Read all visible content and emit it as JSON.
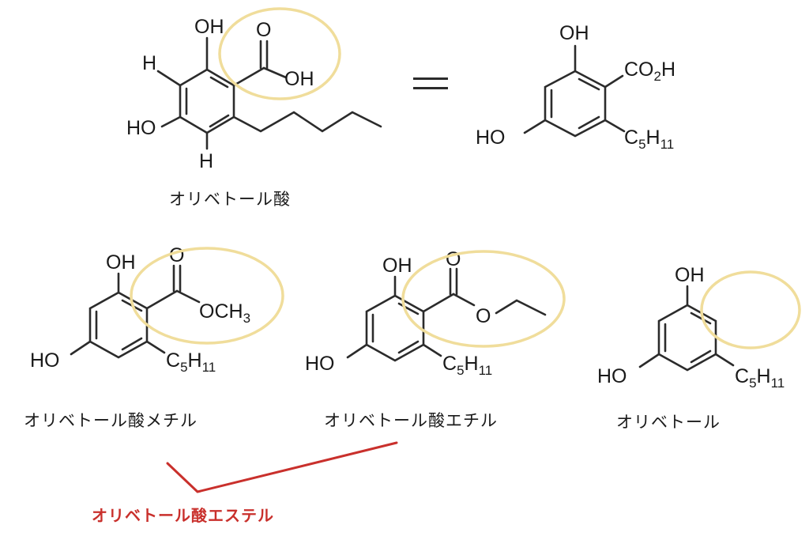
{
  "compounds": {
    "olivetolic_acid": {
      "name": "オリベトール酸",
      "atoms": {
        "oh_top": "OH",
        "carbonyl_o": "O",
        "acid_oh": "OH",
        "h_upper": "H",
        "ho_left": "HO",
        "h_lower": "H"
      }
    },
    "olivetolic_acid_condensed": {
      "atoms": {
        "oh_top": "OH",
        "co2h": "CO",
        "co2h_sub": "2",
        "co2h_h": "H",
        "ho_left": "HO",
        "c5": "C",
        "c5_sub1": "5",
        "c5_h": "H",
        "c5_sub2": "11"
      }
    },
    "methyl_olivetolate": {
      "name": "オリベトール酸メチル",
      "atoms": {
        "oh_top": "OH",
        "carbonyl_o": "O",
        "och3": "OCH",
        "och3_sub": "3",
        "ho_left": "HO",
        "c5": "C",
        "c5_sub1": "5",
        "c5_h": "H",
        "c5_sub2": "11"
      }
    },
    "ethyl_olivetolate": {
      "name": "オリベトール酸エチル",
      "atoms": {
        "oh_top": "OH",
        "carbonyl_o": "O",
        "ester_o": "O",
        "ho_left": "HO",
        "c5": "C",
        "c5_sub1": "5",
        "c5_h": "H",
        "c5_sub2": "11"
      }
    },
    "olivetol": {
      "name": "オリベトール",
      "atoms": {
        "oh_top": "OH",
        "ho_left": "HO",
        "c5": "C",
        "c5_sub1": "5",
        "c5_h": "H",
        "c5_sub2": "11"
      }
    }
  },
  "equals_sign": "=",
  "ester_group_label": "オリベトール酸エステル",
  "colors": {
    "highlight": "#f0dd9b",
    "bracket": "#c9302c",
    "bond": "#2b2b2b"
  }
}
